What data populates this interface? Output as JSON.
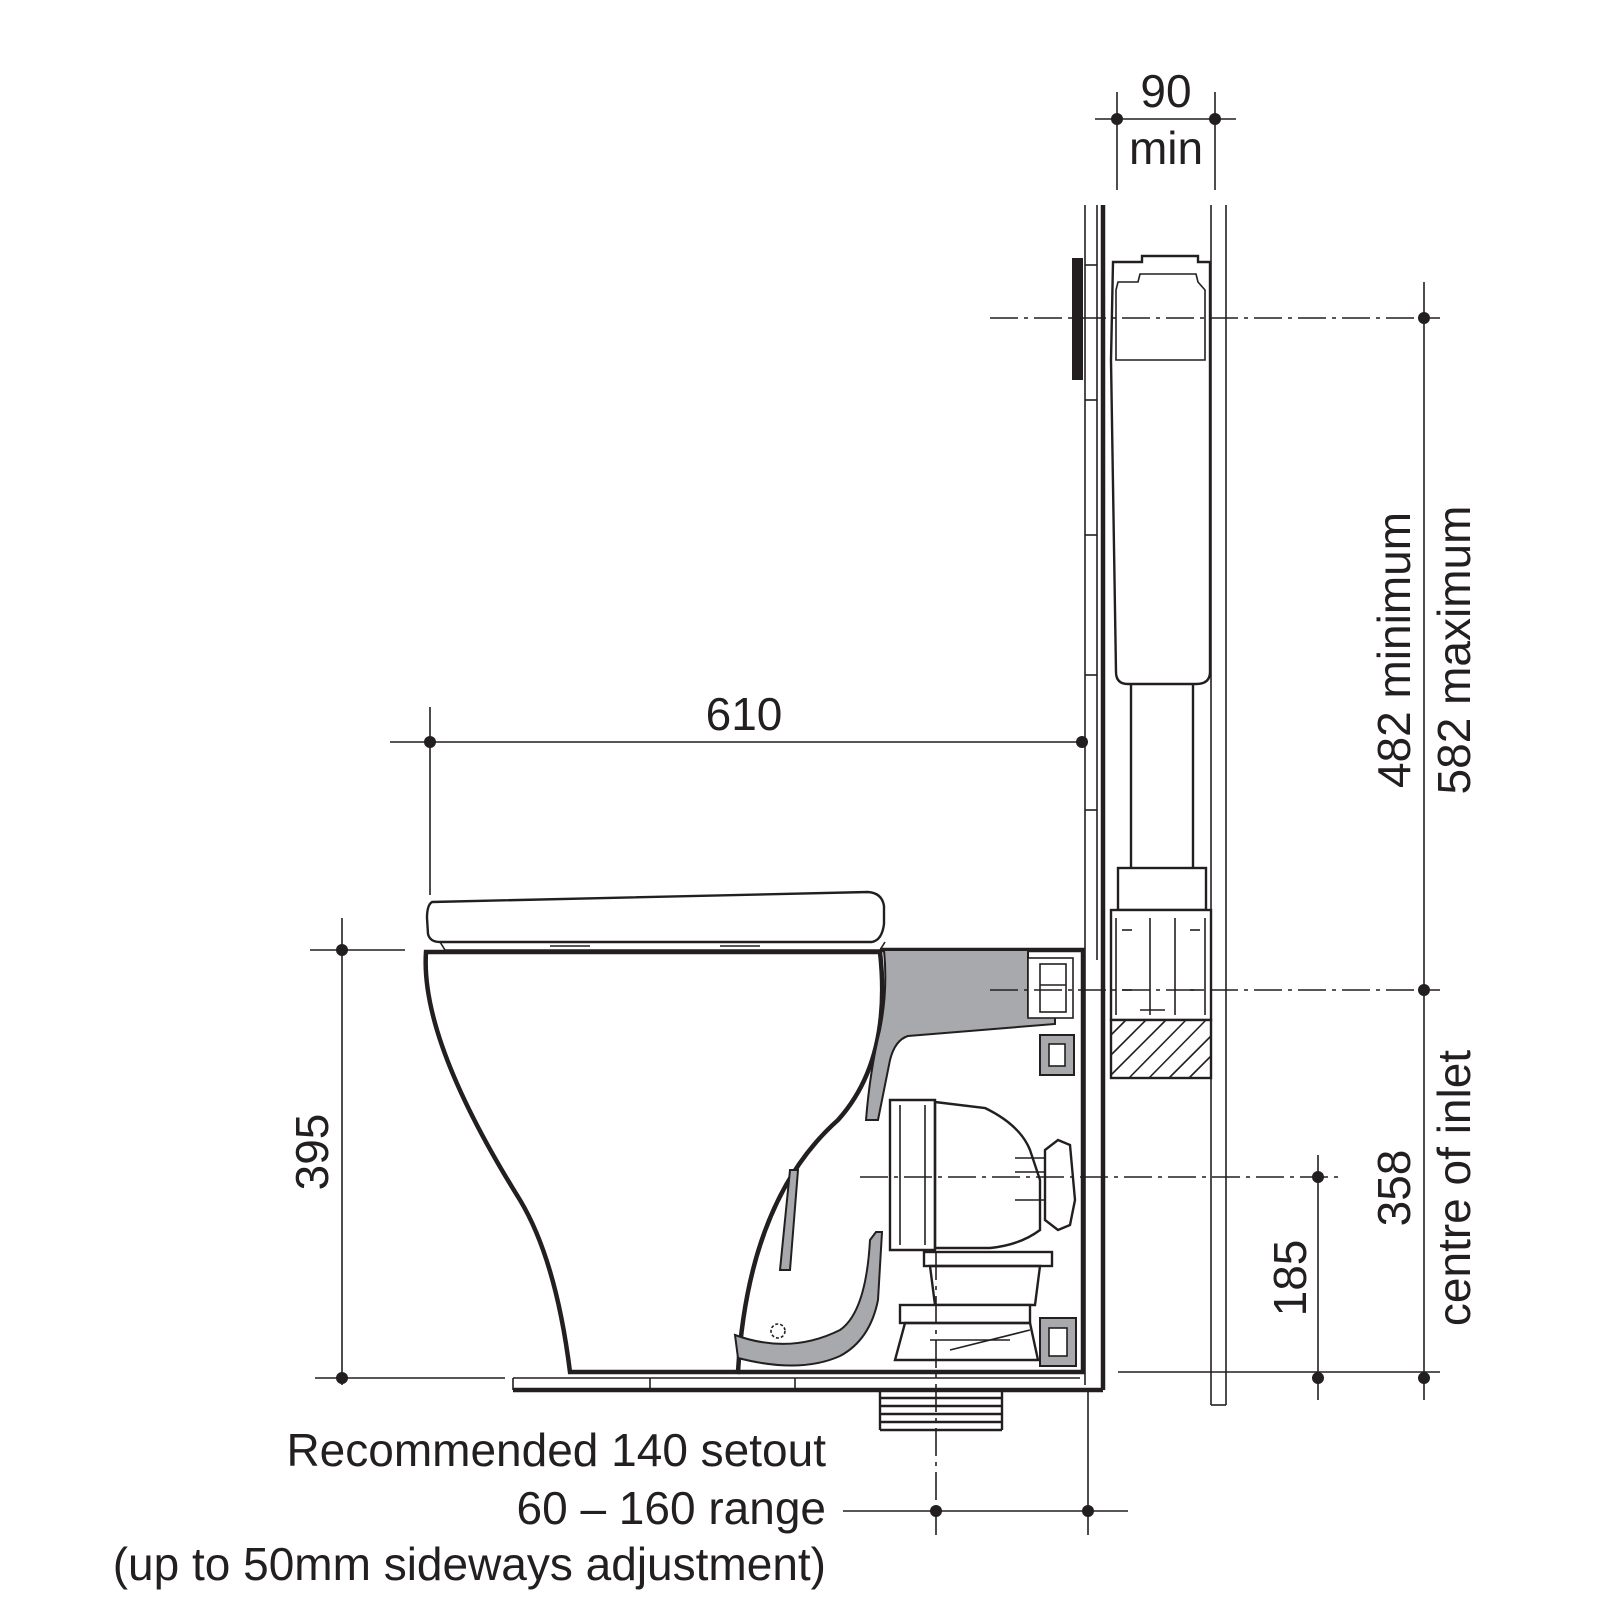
{
  "dimensions": {
    "wall_width": "90",
    "wall_width_unit": "min",
    "pan_depth": "610",
    "pan_height": "395",
    "inlet_height_min": "482 minimum",
    "inlet_height_max": "582 maximum",
    "waste_centre_height": "185",
    "inlet_centre_height": "358",
    "inlet_centre_label": "centre of inlet"
  },
  "notes": {
    "setout_line1": "Recommended 140 setout",
    "setout_line2": "60 – 160 range",
    "setout_line3": "(up to 50mm sideways adjustment)"
  }
}
